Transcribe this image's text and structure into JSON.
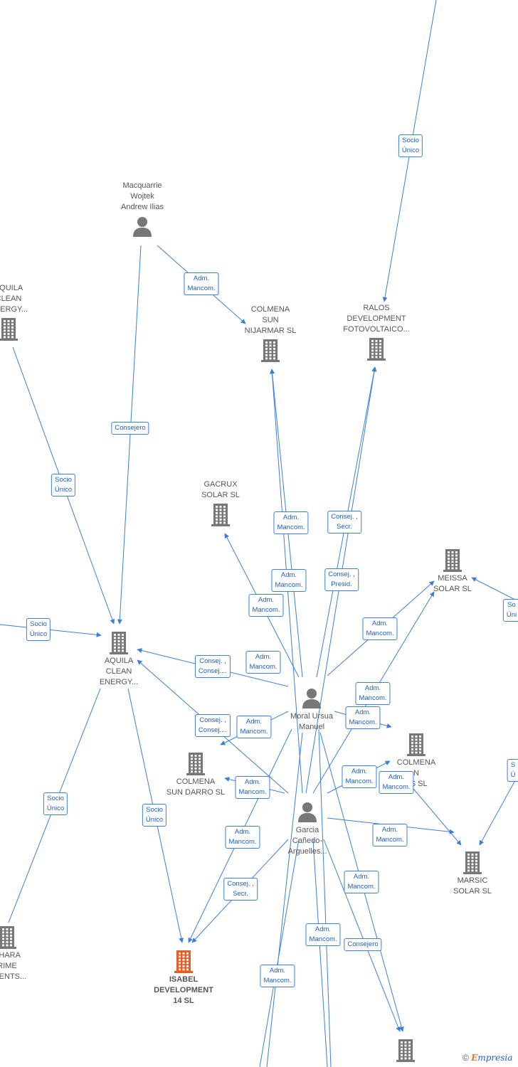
{
  "colors": {
    "edge": "#3b7fd9",
    "node": "#777777",
    "focus": "#ee5a24"
  },
  "nodes": [
    {
      "id": "macquarrie",
      "label": "Macquarrie\nWojtek\nAndrew Ilias",
      "kind": "person"
    },
    {
      "id": "aquila_top",
      "label": "AQUILA\nCLEAN\nENERGY...",
      "kind": "company"
    },
    {
      "id": "colmena_nijarmar",
      "label": "COLMENA\nSUN\nNIJARMAR  SL",
      "kind": "company"
    },
    {
      "id": "ralos",
      "label": "RALOS\nDEVELOPMENT\nFOTOVOLTAICO...",
      "kind": "company"
    },
    {
      "id": "gacrux",
      "label": "GACRUX\nSOLAR  SL",
      "kind": "company"
    },
    {
      "id": "meissa",
      "label": "MEISSA\nSOLAR  SL",
      "kind": "company"
    },
    {
      "id": "aquila_mid",
      "label": "AQUILA\nCLEAN\nENERGY...",
      "kind": "company"
    },
    {
      "id": "moral",
      "label": "Moral Ursua\nManuel",
      "kind": "person"
    },
    {
      "id": "colmena_right",
      "label": "COLMENA\nN\nES  SL",
      "kind": "company"
    },
    {
      "id": "colmena_darro",
      "label": "COLMENA\nSUN DARRO  SL",
      "kind": "company"
    },
    {
      "id": "garcia",
      "label": "Garcia\nCañedo-\nArguelles...",
      "kind": "person"
    },
    {
      "id": "marsic",
      "label": "MARSIC\nSOLAR  SL",
      "kind": "company"
    },
    {
      "id": "sahara",
      "label": "AHARA\nRIME\nTMENTS...",
      "kind": "company"
    },
    {
      "id": "isabel",
      "label": "ISABEL\nDEVELOPMENT\n14  SL",
      "kind": "focus"
    },
    {
      "id": "bottom_company",
      "label": "",
      "kind": "company"
    }
  ],
  "edge_labels": [
    "Socio\nÚnico",
    "Adm.\nMancom.",
    "Consejero",
    "Socio\nÚnico",
    "Adm.\nMancom.",
    "Consej. ,\nSecr.",
    "Adm.\nMancom.",
    "Consej. ,\nPresid.",
    "Adm.\nMancom.",
    "So\nÚni",
    "Socio\nÚnico",
    "Adm.\nMancom.",
    "Consej. ,\nConsej....",
    "Adm.\nMancom.",
    "Adm.\nMancom.",
    "Consej. ,\nConsej....",
    "Adm.\nMancom.",
    "Adm.\nMancom.",
    "Adm.\nMancom.",
    "S\nÚ",
    "Adm.\nMancom.",
    "Socio\nÚnico",
    "Socio\nÚnico",
    "Adm.\nMancom.",
    "Adm.\nMancom.",
    "Adm.\nMancom.",
    "Adm.\nMancom.",
    "Consej. ,\nSecr.",
    "Adm.\nMancom.",
    "Adm.\nMancom.",
    "Consejero",
    "Adm.\nMancom."
  ],
  "brand": {
    "copyright": "©",
    "e": "E",
    "rest": "mpresia"
  }
}
